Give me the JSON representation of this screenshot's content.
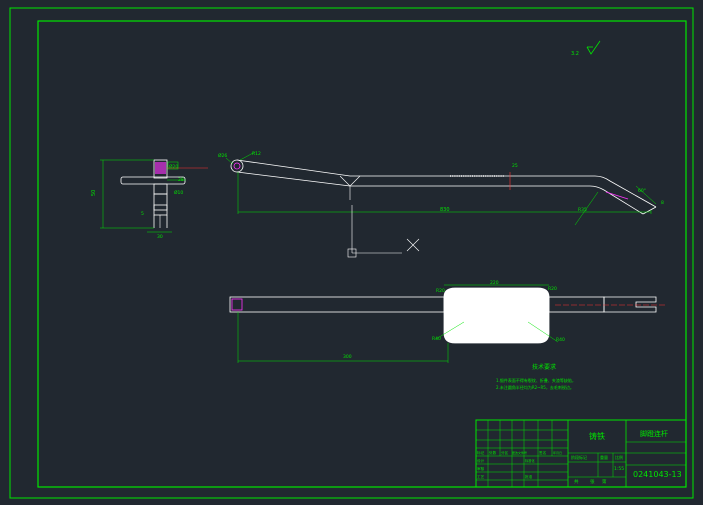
{
  "colors": {
    "background": "#212830",
    "frame": "#00e600",
    "outline": "#ffffff",
    "accent": "#ff3333",
    "highlight": "#ff33ff",
    "dimension": "#00e600"
  },
  "drawing": {
    "roughness": "3.2",
    "side_view": {
      "dim_length": "830",
      "dim_dia_left": "Ø26",
      "dim_r": "R12",
      "dim_end_width": "25",
      "dim_bend_r": "R35",
      "dim_end_angle": "60°",
      "dim_end_small": "8"
    },
    "end_view": {
      "dim_height": "50",
      "dim_top": "Ø20",
      "dim_width": "28",
      "dim_side": "Ø10",
      "dim_small": "5",
      "dim_bottom": "30"
    },
    "top_view": {
      "dim_overall": "300",
      "dim_center": "220",
      "dim_r_left": "R20",
      "dim_r_right": "R20",
      "dim_r_bl": "R40",
      "dim_r_br": "R40"
    },
    "notes": {
      "title": "技术要求",
      "line1": "1.锻件表面不得有裂纹、折叠、夹渣等缺陷，",
      "line2": "2.未注圆角半径均为R2~R5，去毛刺锐边。"
    }
  },
  "title_block": {
    "material": "铸铁",
    "part_name": "脚蹬连杆",
    "drawing_no": "0241043-13",
    "scale": "1:55",
    "stage_label": "阶段标记",
    "weight_label": "重量",
    "scale_label": "比例",
    "sheet_total": "共",
    "sheet_label": "张",
    "sheet_no": "第",
    "rev_mark": "标记",
    "rev_count": "处数",
    "rev_zone": "分区",
    "rev_doc": "更改文件号",
    "rev_sign": "签名",
    "rev_date": "年月日",
    "design": "设计",
    "standardize": "标准化",
    "review": "审核",
    "process": "工艺",
    "approve": "批准"
  }
}
